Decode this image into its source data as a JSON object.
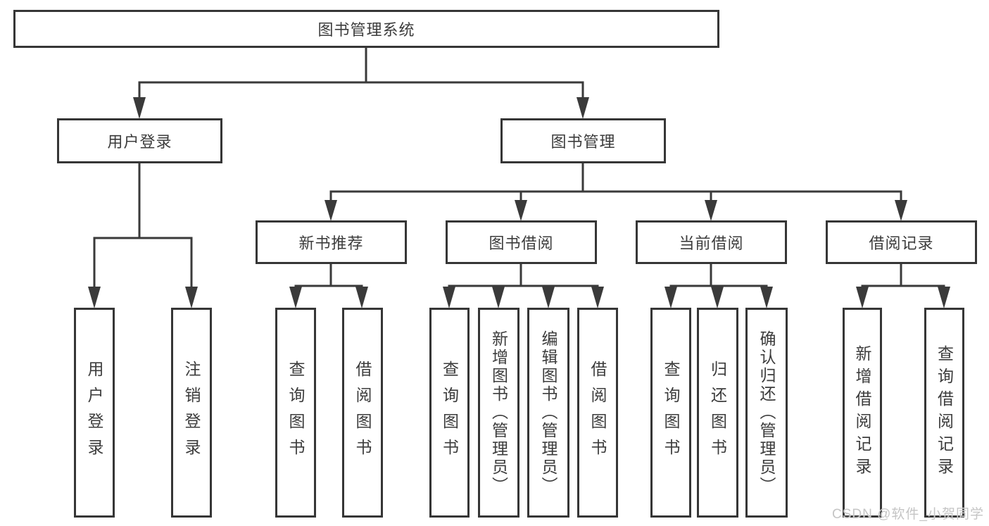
{
  "colors": {
    "line": "#3a3a3a",
    "box_border": "#363636",
    "text": "#3c3c3c",
    "watermark": "#c5c5c5",
    "background": "#ffffff"
  },
  "diagram": {
    "root": "图书管理系统",
    "level2": {
      "user_login": "用户登录",
      "book_management": "图书管理"
    },
    "level3": {
      "new_book_recommendation": "新书推荐",
      "book_borrowing": "图书借阅",
      "current_borrowing": "当前借阅",
      "borrowing_records": "借阅记录"
    },
    "leaves": {
      "user_login": "用户登录",
      "logout": "注销登录",
      "recommendation_query_books": "查询图书",
      "recommendation_borrow_books": "借阅图书",
      "borrowing_query_books": "查询图书",
      "add_books_admin": "新增图书（管理员）",
      "edit_books_admin": "编辑图书（管理员）",
      "borrowing_borrow_books": "借阅图书",
      "current_query_books": "查询图书",
      "return_books": "归还图书",
      "confirm_return_admin": "确认归还（管理员）",
      "add_borrowing_record": "新增借阅记录",
      "query_borrowing_record": "查询借阅记录"
    }
  },
  "watermark": "CSDN @软件_小贺同学"
}
